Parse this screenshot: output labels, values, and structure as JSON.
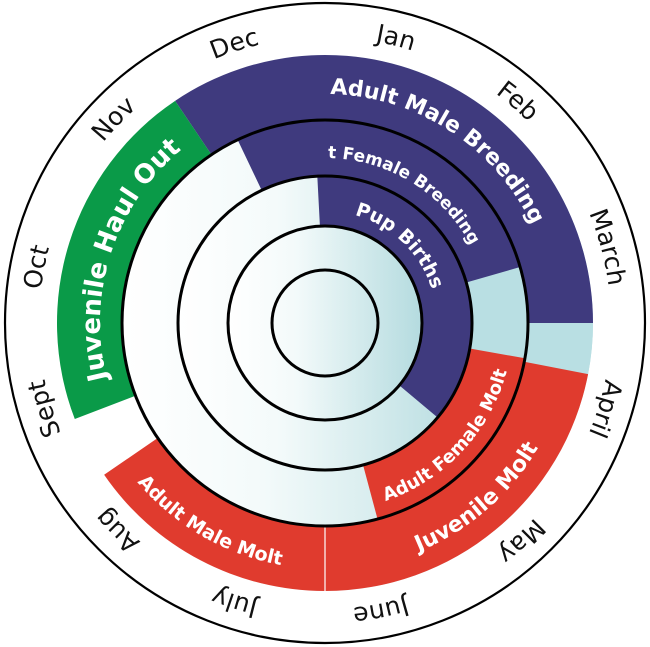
{
  "months": [
    "Jan",
    "Feb",
    "March",
    "April",
    "May",
    "June",
    "July",
    "Aug",
    "Sept",
    "Oct",
    "Nov",
    "Dec"
  ],
  "colors": {
    "breeding": "#3f3a7e",
    "molt": "#e03b2e",
    "haul_out": "#0a9a48",
    "idle_light": "#b9dfe3",
    "idle_white": "#ffffff",
    "outline": "#000000"
  },
  "rings": {
    "outer": {
      "segments": [
        {
          "label": "Adult Male Breeding",
          "color": "breeding"
        },
        {
          "label": "Juvenile Molt",
          "color": "molt"
        },
        {
          "label": "Adult Male Molt",
          "color": "molt"
        },
        {
          "label": "Juvenile Haul Out",
          "color": "haul_out"
        }
      ]
    },
    "middle": {
      "segments": [
        {
          "label": "Adult Female Breeding",
          "color": "breeding"
        },
        {
          "label": "Adult Female Molt",
          "color": "molt"
        }
      ]
    },
    "inner": {
      "segments": [
        {
          "label": "Pup Births",
          "color": "breeding"
        }
      ]
    }
  }
}
